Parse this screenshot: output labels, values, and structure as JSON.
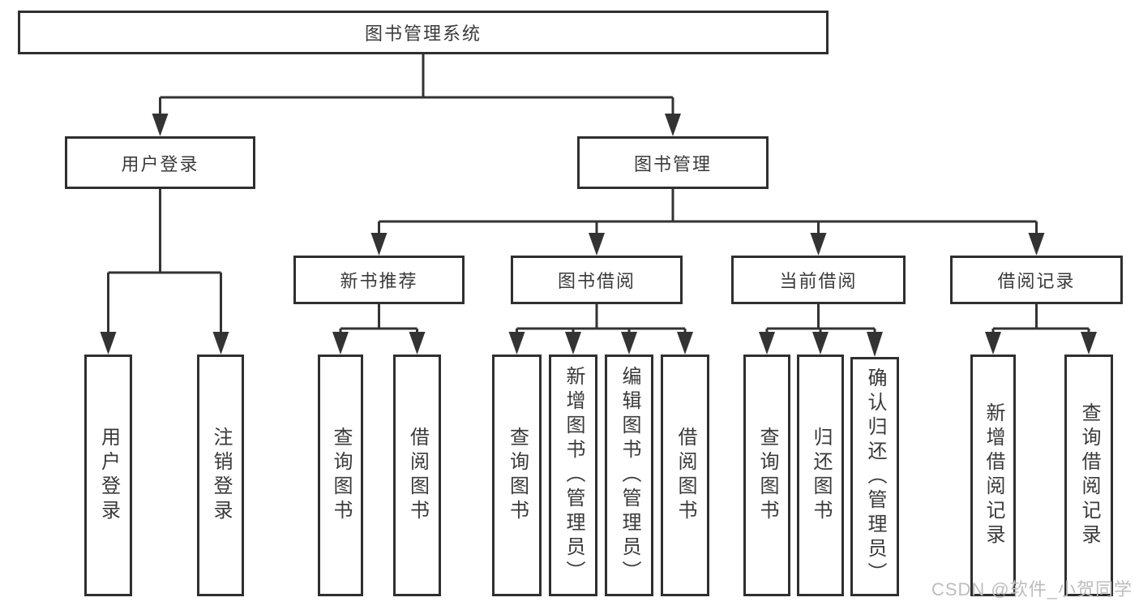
{
  "tree": {
    "root": {
      "label": "图书管理系统"
    },
    "level2": [
      {
        "label": "用户登录"
      },
      {
        "label": "图书管理"
      }
    ],
    "level3": [
      {
        "label": "新书推荐"
      },
      {
        "label": "图书借阅"
      },
      {
        "label": "当前借阅"
      },
      {
        "label": "借阅记录"
      }
    ],
    "leaves": {
      "user_login": [
        "用户登录",
        "注销登录"
      ],
      "new_book_rec": [
        "查询图书",
        "借阅图书"
      ],
      "book_borrow": [
        "查询图书",
        "新增图书（管理员）",
        "编辑图书（管理员）",
        "借阅图书"
      ],
      "current_borrow": [
        "查询图书",
        "归还图书",
        "确认归还（管理员）"
      ],
      "borrow_records": [
        "新增借阅记录",
        "查询借阅记录"
      ]
    }
  },
  "watermark": "CSDN @软件_小贺同学",
  "colors": {
    "line": "#333333",
    "border": "#2f2f2f",
    "text": "#3a3a3a",
    "background": "#ffffff",
    "watermark": "#bdbdbd"
  }
}
